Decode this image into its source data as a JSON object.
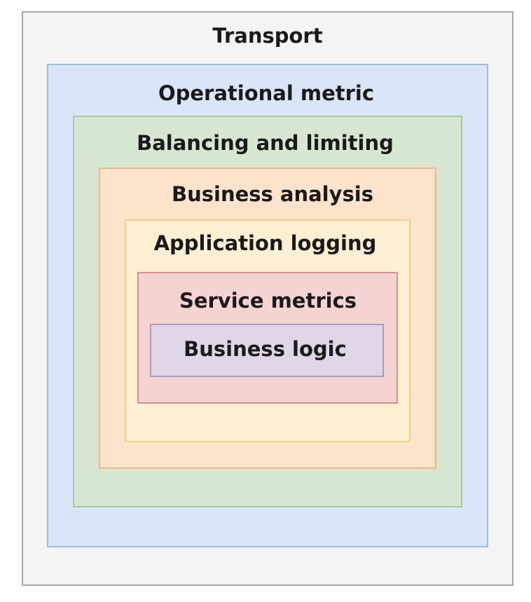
{
  "layers": [
    {
      "label": "Transport",
      "fill": "#f4f4f4",
      "border": "#a9a9a9"
    },
    {
      "label": "Operational metric",
      "fill": "#dae6f8",
      "border": "#9bbce6"
    },
    {
      "label": "Balancing and limiting",
      "fill": "#d6e6d3",
      "border": "#a4cc9d"
    },
    {
      "label": "Business analysis",
      "fill": "#fde3cb",
      "border": "#f2b77f"
    },
    {
      "label": "Application logging",
      "fill": "#fdf0d2",
      "border": "#f2cf85"
    },
    {
      "label": "Service metrics",
      "fill": "#f6d3d3",
      "border": "#df8c8c"
    },
    {
      "label": "Business logic",
      "fill": "#e1d5e8",
      "border": "#a69bc4"
    }
  ]
}
